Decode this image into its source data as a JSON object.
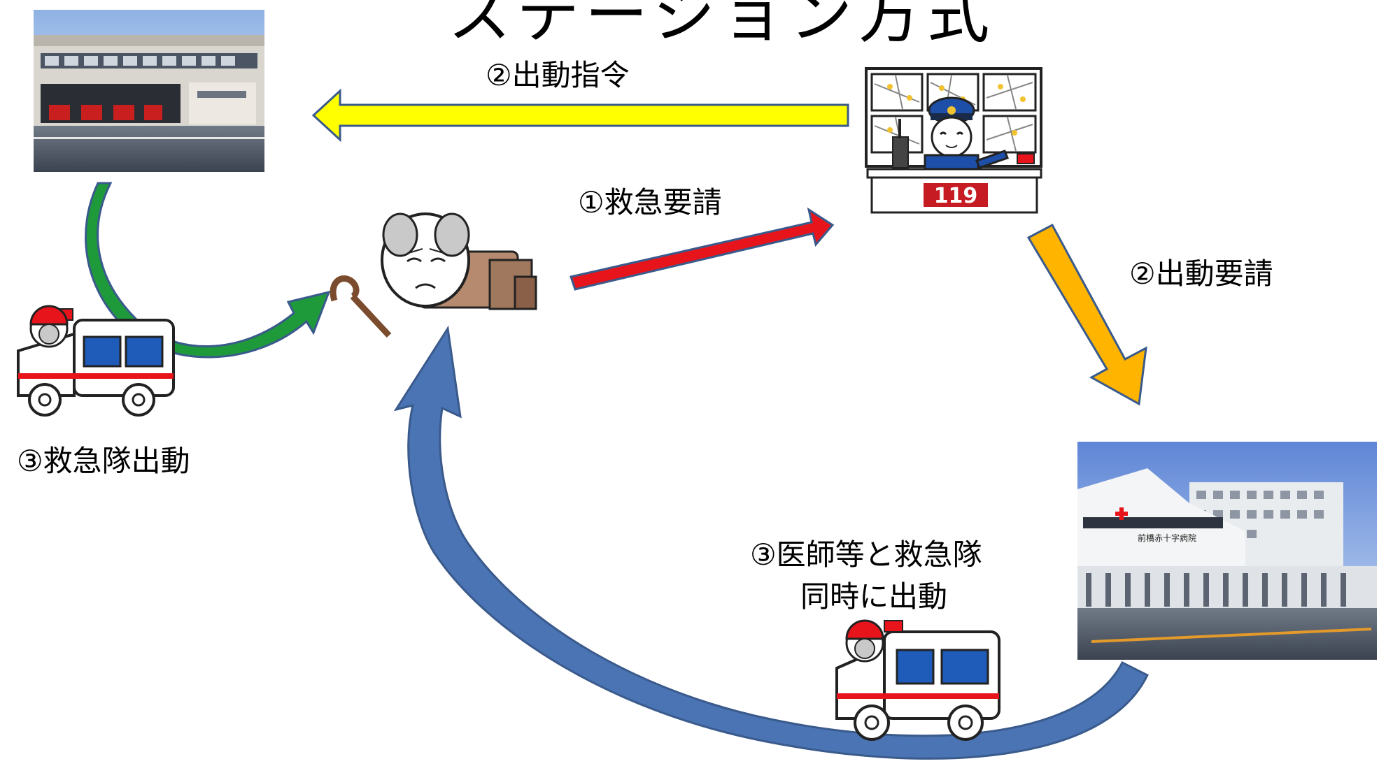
{
  "title": "ステーション方式",
  "labels": {
    "dispatch_order": "②出動指令",
    "emergency_request": "①救急要請",
    "dispatch_request": "②出動要請",
    "ambulance_dispatch": "③救急隊出動",
    "doctor_dispatch_line1": "③医師等と救急隊",
    "doctor_dispatch_line2": "同時に出動"
  },
  "dispatch_center_sign": "119",
  "hospital_sign": "前橋赤十字病院",
  "colors": {
    "dispatch_order_arrow": "#ffff00",
    "emergency_request_arrow": "#e8141b",
    "dispatch_request_arrow": "#ffb400",
    "ambulance_dispatch_arrow": "#1f9a3a",
    "doctor_dispatch_arrow": "#4a74b4",
    "arrow_outline": "#3a5a8c"
  }
}
